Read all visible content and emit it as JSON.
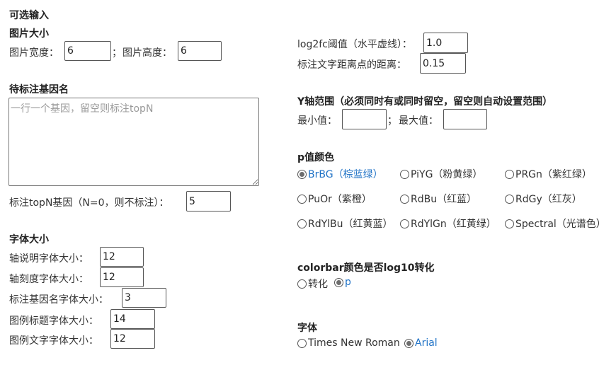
{
  "left": {
    "optional_title": "可选输入",
    "image_size": {
      "title": "图片大小",
      "width_label": "图片宽度：",
      "width_value": "6",
      "separator": "；",
      "height_label": "图片高度：",
      "height_value": "6"
    },
    "genes": {
      "title": "待标注基因名",
      "placeholder": "一行一个基因，留空则标注topN",
      "topn_label": "标注topN基因（N=0，则不标注）：",
      "topn_value": "5"
    },
    "font_size": {
      "title": "字体大小",
      "rows": [
        {
          "label": "轴说明字体大小：",
          "value": "12"
        },
        {
          "label": "轴刻度字体大小：",
          "value": "12"
        },
        {
          "label": "标注基因名字体大小：",
          "value": "3"
        },
        {
          "label": "图例标题字体大小：",
          "value": "14"
        },
        {
          "label": "图例文字字体大小：",
          "value": "12"
        }
      ]
    }
  },
  "right": {
    "threshold": {
      "label": "log2fc阈值（水平虚线）：",
      "value": "1.0"
    },
    "distance": {
      "label": "标注文字距离点的距离：",
      "value": "0.15"
    },
    "y_range": {
      "title": "Y轴范围（必须同时有或同时留空，留空则自动设置范围）",
      "min_label": "最小值：",
      "min_value": "",
      "separator": "；",
      "max_label": "最大值：",
      "max_value": ""
    },
    "p_color": {
      "title": "p值颜色",
      "selected": "BrBG（棕蓝绿）",
      "options": [
        "BrBG（棕蓝绿）",
        "PiYG（粉黄绿）",
        "PRGn（紫红绿）",
        "PuOr（紫橙）",
        "RdBu（红蓝）",
        "RdGy（红灰）",
        "RdYlBu（红黄蓝）",
        "RdYlGn（红黄绿）",
        "Spectral（光谱色）"
      ]
    },
    "colorbar": {
      "title": "colorbar颜色是否log10转化",
      "selected": "p",
      "options": [
        "转化",
        "p"
      ]
    },
    "font": {
      "title": "字体",
      "selected": "Arial",
      "options": [
        "Times New Roman",
        "Arial"
      ]
    }
  },
  "colors": {
    "text": "#333333",
    "selected_label": "#1f72c6",
    "input_border": "#555555"
  }
}
